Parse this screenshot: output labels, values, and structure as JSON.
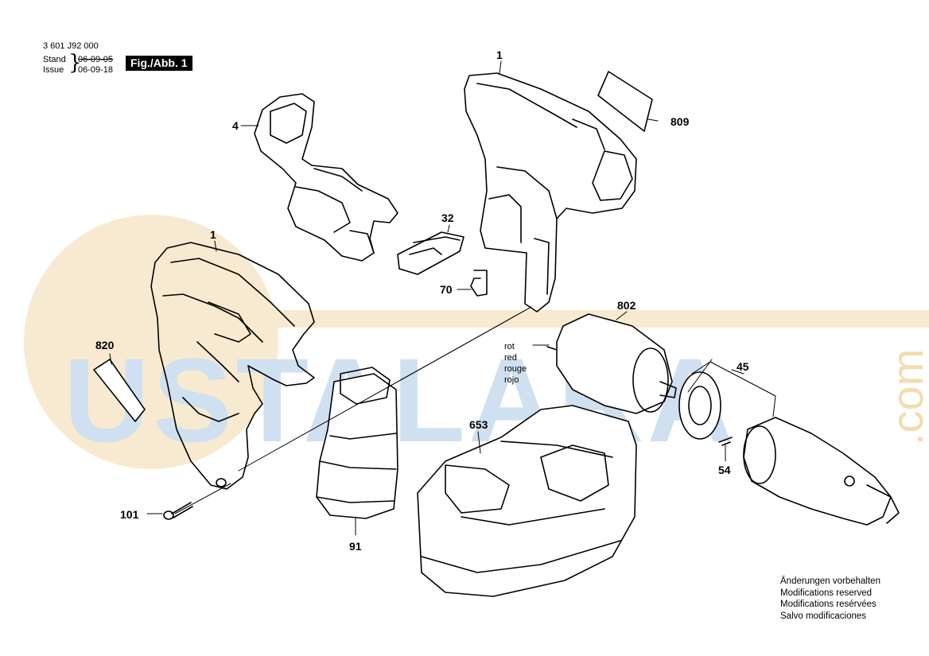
{
  "header": {
    "doc_number": "3 601 J92 000",
    "stand_label": "Stand",
    "issue_label": "Issue",
    "date_old": "06-09-05",
    "date_new": "06-09-18",
    "figure_label": "Fig./Abb. 1"
  },
  "parts": [
    {
      "id": "1",
      "label": "1"
    },
    {
      "id": "1b",
      "label": "1"
    },
    {
      "id": "4",
      "label": "4"
    },
    {
      "id": "809",
      "label": "809"
    },
    {
      "id": "32",
      "label": "32"
    },
    {
      "id": "70",
      "label": "70"
    },
    {
      "id": "802",
      "label": "802"
    },
    {
      "id": "820",
      "label": "820"
    },
    {
      "id": "45",
      "label": "45"
    },
    {
      "id": "653",
      "label": "653"
    },
    {
      "id": "54",
      "label": "54"
    },
    {
      "id": "101",
      "label": "101"
    },
    {
      "id": "91",
      "label": "91"
    }
  ],
  "wire_colors": [
    "rot",
    "red",
    "rouge",
    "rojo"
  ],
  "notes": [
    "Änderungen vorbehalten",
    "Modifications reserved",
    "Modifications resérvées",
    "Salvo modificaciones"
  ],
  "watermark": {
    "main": "USTALARA",
    "suffix": ".com"
  },
  "colors": {
    "watermark_blue": "#c9dcef",
    "watermark_orange": "#f6e6c3",
    "line": "#000000"
  }
}
